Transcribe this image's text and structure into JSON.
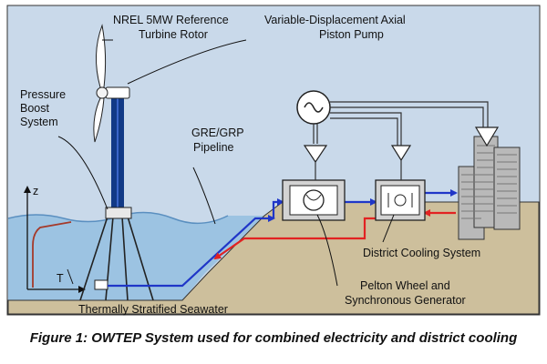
{
  "figure": {
    "caption": "Figure 1: OWTEP System used for combined electricity and district cooling"
  },
  "labels": {
    "rotor_line1": "NREL 5MW Reference",
    "rotor_line2": "Turbine Rotor",
    "pump_line1": "Variable-Displacement Axial",
    "pump_line2": "Piston Pump",
    "pressure_line1": "Pressure",
    "pressure_line2": "Boost",
    "pressure_line3": "System",
    "pipeline_line1": "GRE/GRP",
    "pipeline_line2": "Pipeline",
    "axis_z": "z",
    "axis_t": "T",
    "seawater": "Thermally Stratified Seawater",
    "district": "District Cooling System",
    "pelton_line1": "Pelton Wheel and",
    "pelton_line2": "Synchronous Generator"
  },
  "colors": {
    "sky": "#c9d9ea",
    "sea": "#9cc3e2",
    "ground": "#cdbf9c",
    "pipe_cold": "#1f36c8",
    "pipe_warm": "#e22222",
    "temp_profile": "#a53a2a",
    "tower": "#123a86",
    "building": "#b9b9b9"
  }
}
